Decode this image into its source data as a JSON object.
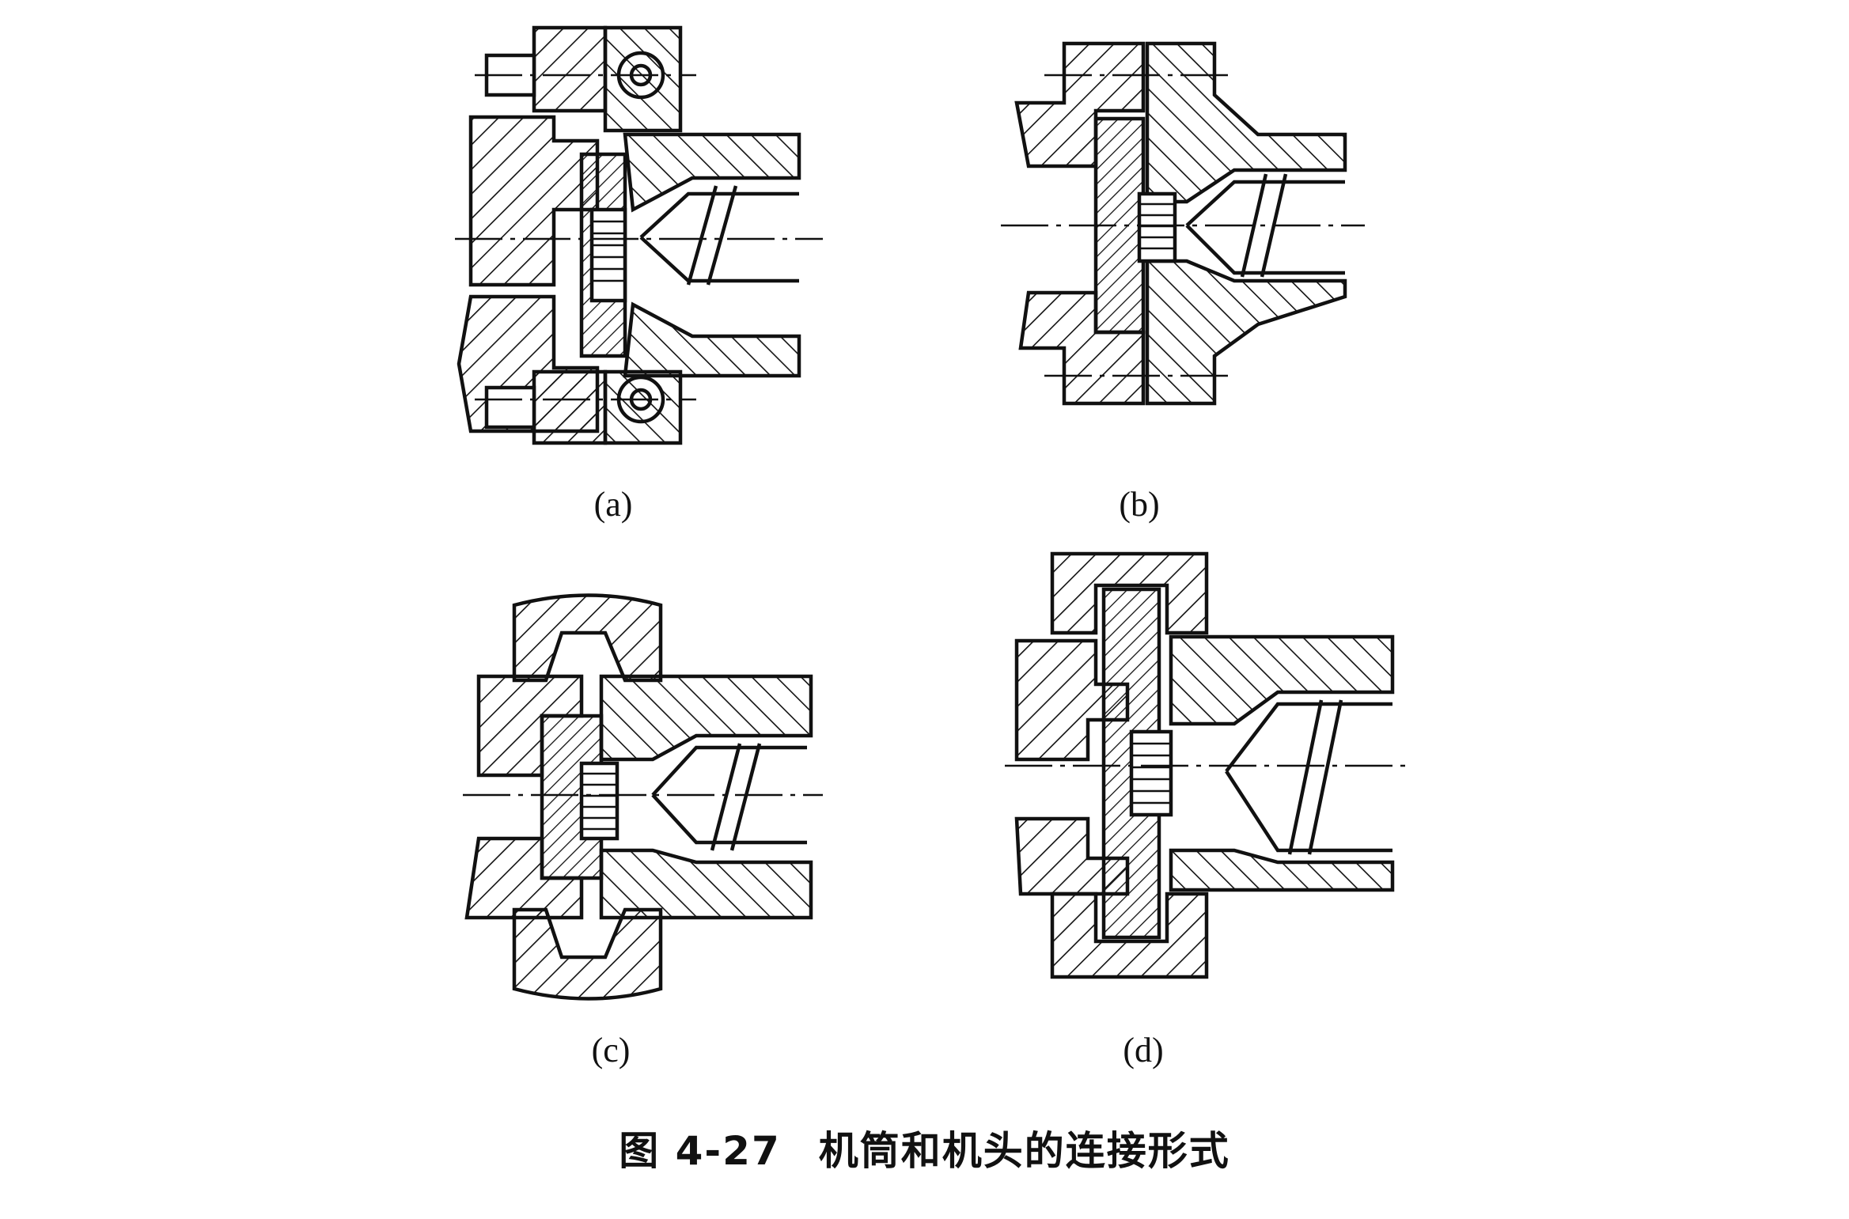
{
  "figure": {
    "panels": [
      {
        "id": "a",
        "label": "(a)"
      },
      {
        "id": "b",
        "label": "(b)"
      },
      {
        "id": "c",
        "label": "(c)"
      },
      {
        "id": "d",
        "label": "(d)"
      }
    ],
    "caption": {
      "number": "图 4-27",
      "title": "机筒和机头的连接形式"
    }
  }
}
